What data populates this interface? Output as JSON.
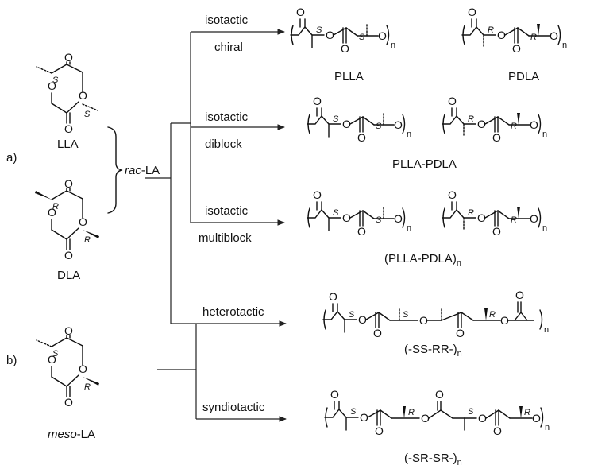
{
  "labels": {
    "part_a": "a)",
    "part_b": "b)",
    "rac": "rac",
    "rac_suffix": "-LA",
    "meso": "meso",
    "meso_suffix": "-LA"
  },
  "monomers": {
    "lla": "LLA",
    "dla": "DLA"
  },
  "arrows": {
    "iso_chiral_1": "isotactic",
    "iso_chiral_2": "chiral",
    "iso_diblock_1": "isotactic",
    "iso_diblock_2": "diblock",
    "iso_multiblock_1": "isotactic",
    "iso_multiblock_2": "multiblock",
    "heterotactic": "heterotactic",
    "syndiotactic": "syndiotactic"
  },
  "polymers": {
    "plla": "PLLA",
    "pdla": "PDLA",
    "plla_pdla": "PLLA-PDLA",
    "multiblock_main": "(PLLA-PDLA)",
    "multiblock_sub": "n",
    "hetero_main": "(-SS-RR-)",
    "hetero_sub": "n",
    "syndio_main": "(-SR-SR-)",
    "syndio_sub": "n"
  },
  "atoms": {
    "O": "O",
    "n": "n",
    "S": "S",
    "R": "R"
  },
  "colors": {
    "ink": "#111111",
    "background": "#ffffff"
  }
}
